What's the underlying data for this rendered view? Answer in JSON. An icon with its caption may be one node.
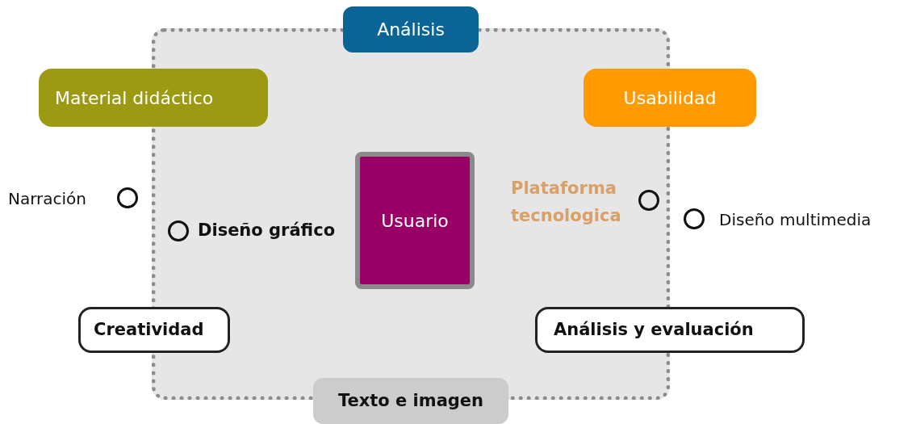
{
  "diagram": {
    "nodes": [
      {
        "text": [],
        "shape": "box"
      },
      {
        "text": [
          "Análisis"
        ]
      },
      {
        "text": [
          "Material didáctico"
        ]
      },
      {
        "text": [
          "Usabilidad"
        ]
      },
      {
        "text": [
          "Usuario"
        ],
        "in": 0
      },
      {
        "text": [],
        "shape": "circle",
        "beside": [
          "Narración"
        ]
      },
      {
        "text": [],
        "shape": "circle",
        "beside": [
          "Diseño gráfico"
        ],
        "in": 0
      },
      {
        "text": [],
        "shape": "circle",
        "beside": [
          "Plataforma tecnologica"
        ],
        "in": 0
      },
      {
        "text": [],
        "shape": "circle",
        "beside": [
          "Diseño multimedia"
        ]
      },
      {
        "text": [
          "Creatividad"
        ]
      },
      {
        "text": [
          "Análisis y evaluación"
        ]
      },
      {
        "text": [
          "Texto e imagen"
        ]
      }
    ]
  }
}
